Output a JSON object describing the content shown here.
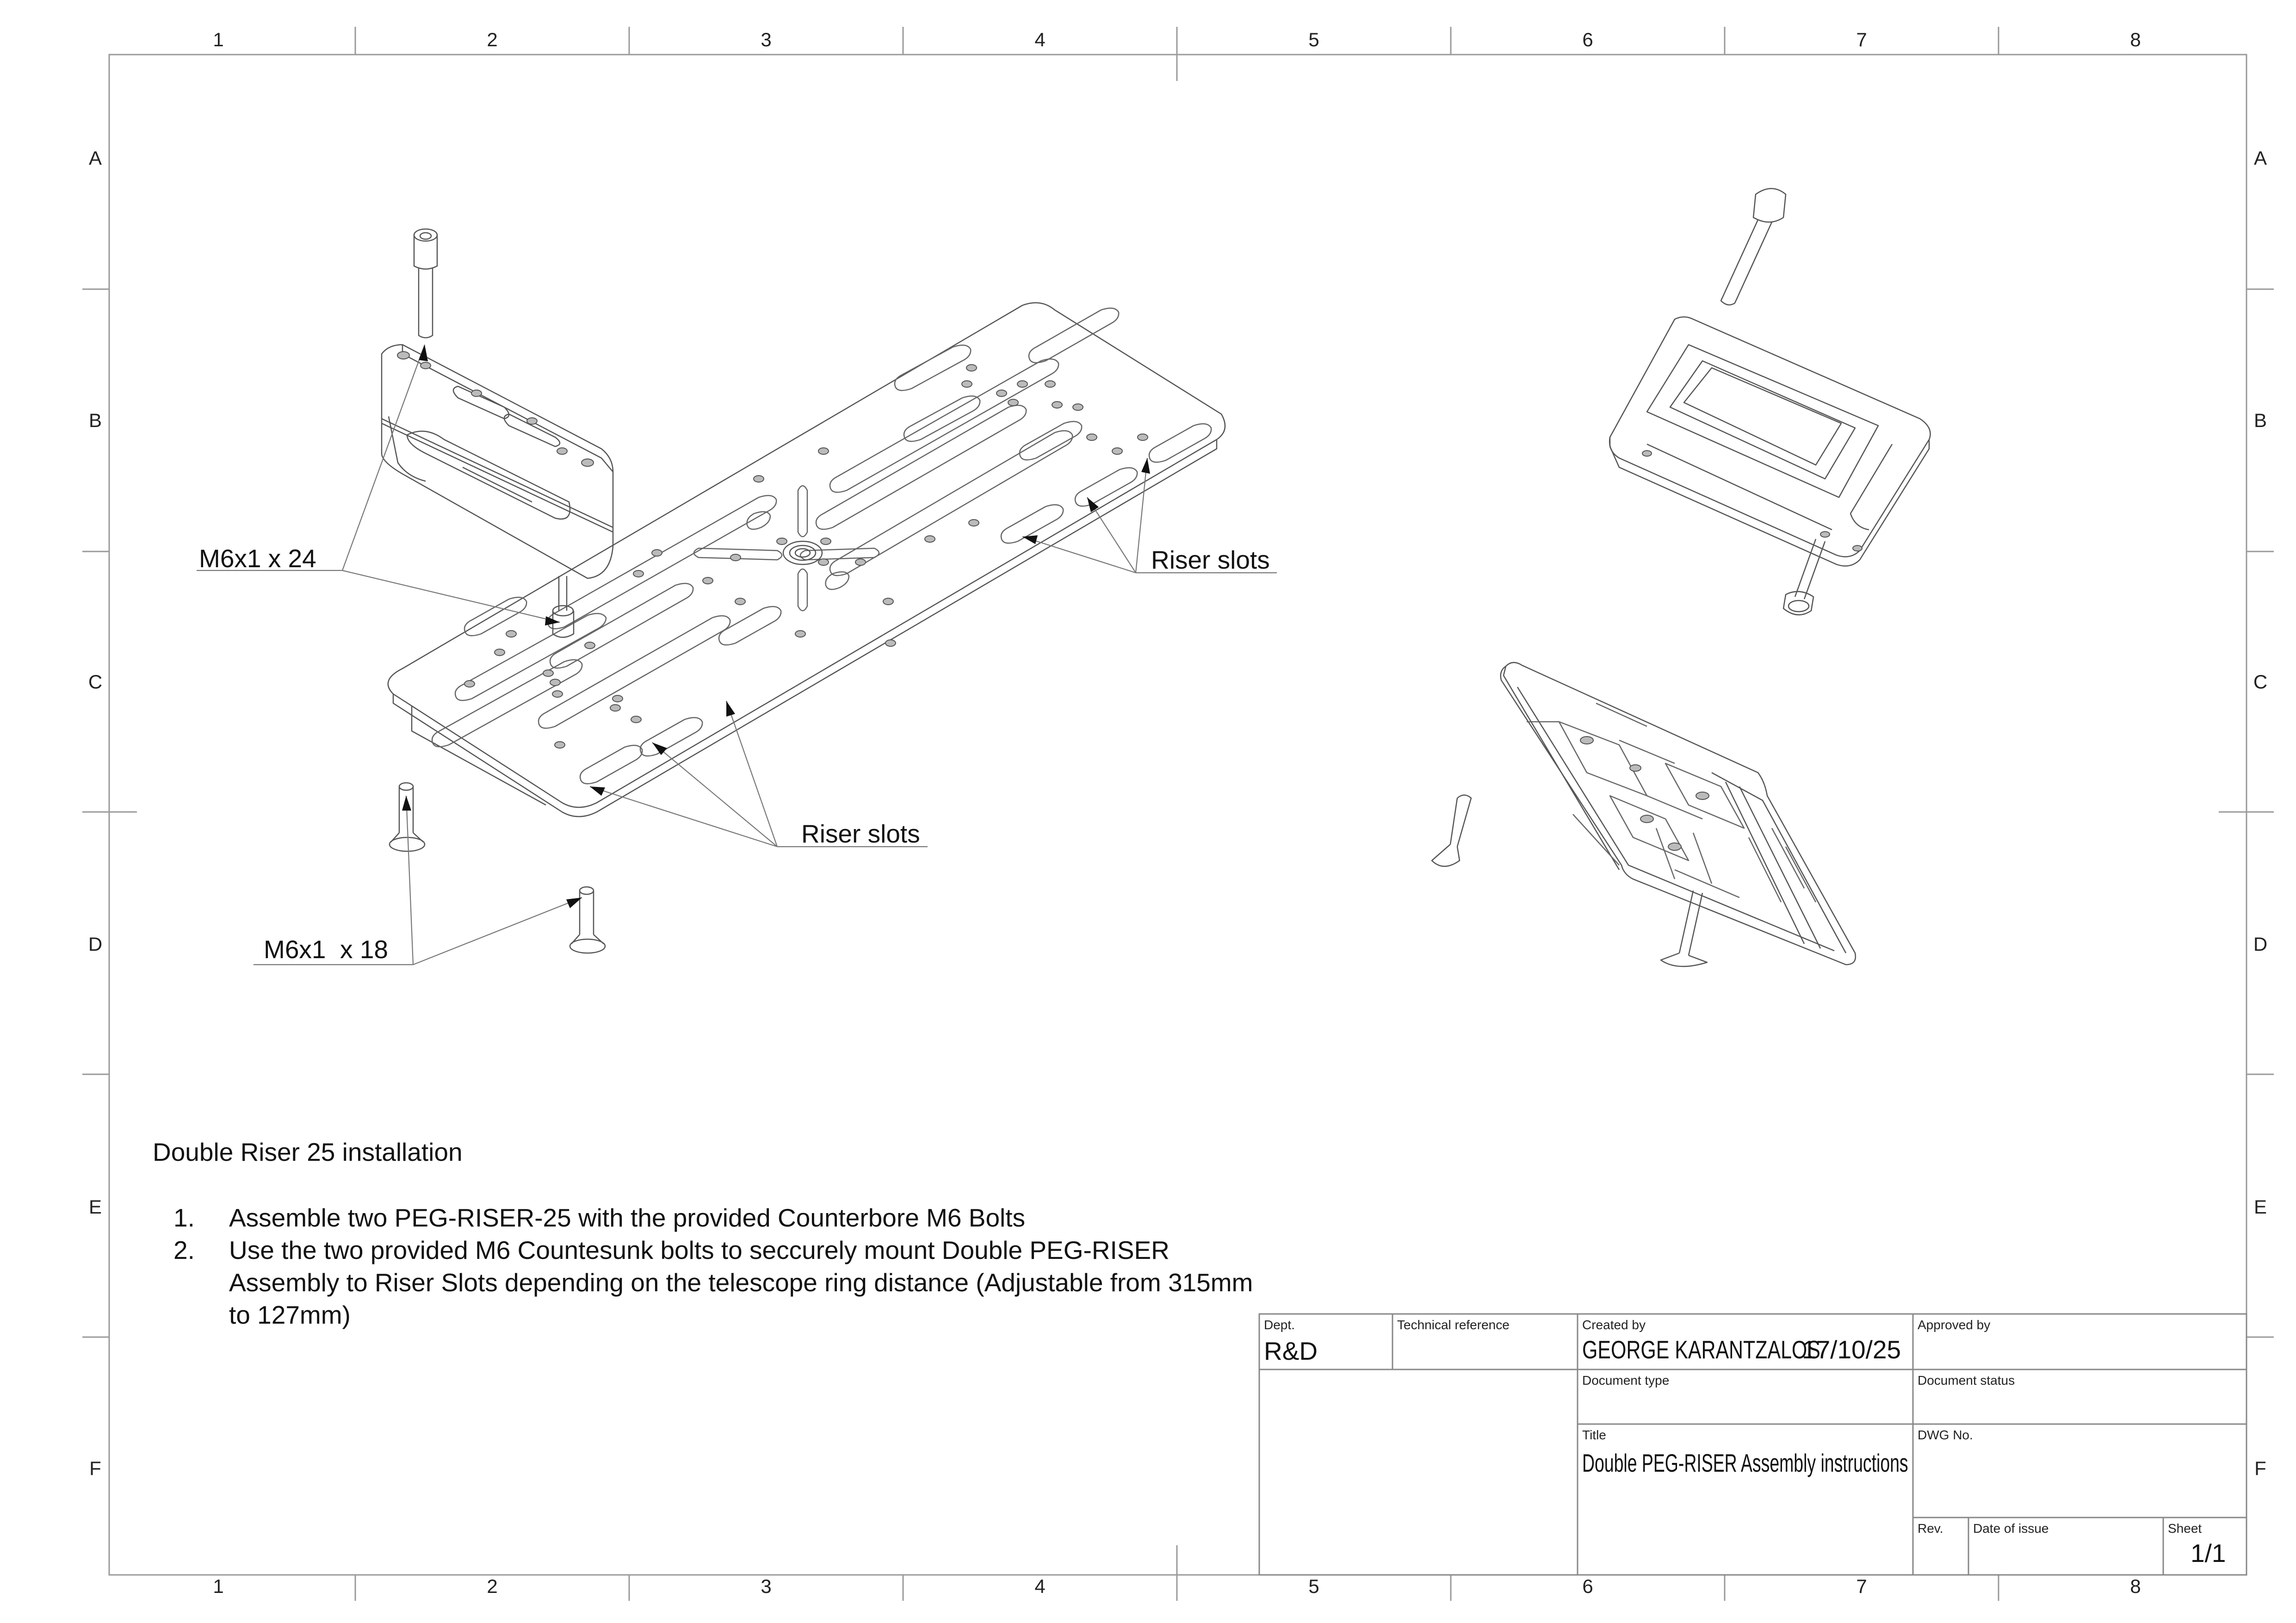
{
  "border": {
    "columns": [
      "1",
      "2",
      "3",
      "4",
      "5",
      "6",
      "7",
      "8"
    ],
    "rows": [
      "A",
      "B",
      "C",
      "D",
      "E",
      "F"
    ]
  },
  "callouts": {
    "top_bolt": "M6x1 x 24",
    "bottom_bolt": "M6x1  x 18",
    "riser_slots_right": "Riser slots",
    "riser_slots_bottom": "Riser slots"
  },
  "notes": {
    "heading": "Double Riser 25 installation",
    "steps": [
      {
        "num": "1.",
        "text": "Assemble two PEG-RISER-25 with the provided Counterbore M6 Bolts"
      },
      {
        "num": "2.",
        "text": "Use the two provided M6 Countesunk bolts to seccurely mount Double PEG-RISER Assembly to Riser Slots depending on the telescope ring distance (Adjustable from 315mm to 127mm)"
      }
    ]
  },
  "title_block": {
    "dept_label": "Dept.",
    "dept_value": "R&D",
    "tech_ref_label": "Technical reference",
    "created_by_label": "Created by",
    "created_by_value": "GEORGE KARANTZALOS",
    "created_date": "17/10/25",
    "approved_by_label": "Approved by",
    "doc_type_label": "Document type",
    "doc_status_label": "Document status",
    "title_label": "Title",
    "title_value": "Double PEG-RISER Assembly instructions",
    "dwg_no_label": "DWG No.",
    "rev_label": "Rev.",
    "date_of_issue_label": "Date of issue",
    "sheet_label": "Sheet",
    "sheet_value": "1/1"
  }
}
